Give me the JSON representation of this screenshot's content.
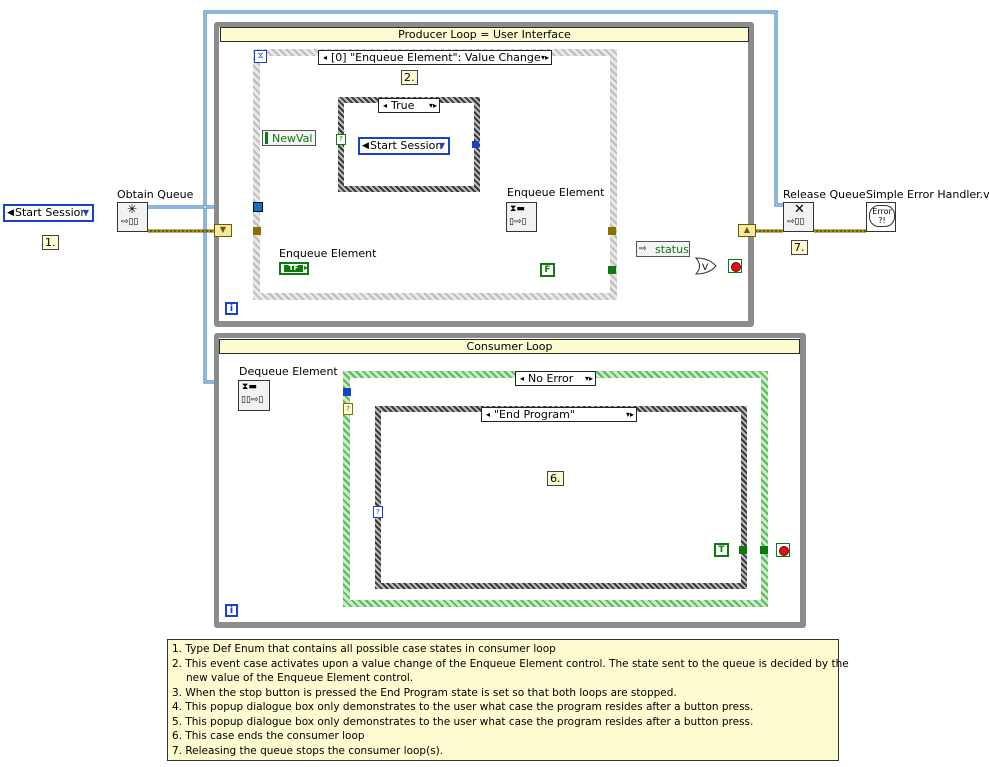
{
  "producer_loop": {
    "title": "Producer Loop = User Interface",
    "event_selector": "[0] \"Enqueue Element\": Value Change",
    "event_note": "2.",
    "newval_label": "NewVal",
    "inner_case_selector": "True",
    "inner_enum_value": "Start Session",
    "enqueue_node_label": "Enqueue Element",
    "enqueue_control_label": "Enqueue Element",
    "status_label": "status",
    "false_const": "F"
  },
  "outside": {
    "enum_value": "Start Session",
    "note_1": "1.",
    "obtain_queue_label": "Obtain Queue",
    "release_queue_label": "Release Queue",
    "note_7": "7.",
    "error_handler_label": "Simple Error Handler.vi",
    "error_icon_text": "Error ?!"
  },
  "consumer_loop": {
    "title": "Consumer Loop",
    "dequeue_label": "Dequeue Element",
    "outer_case_selector": "No Error",
    "inner_case_selector": "\"End Program\"",
    "note_6": "6.",
    "true_const": "T"
  },
  "notes": [
    "1. Type Def Enum that contains all possible case states in consumer loop",
    "2. This event case activates upon a value change of the Enqueue Element control. The state sent to the queue is decided by the",
    "new value of the Enqueue Element control.",
    "3. When the stop button is pressed the End Program state is set so that both loops are stopped.",
    "4. This popup dialogue box only demonstrates to the user what case the program resides after a button press.",
    "5. This popup dialogue box only demonstrates to the user what case the program resides after a button press.",
    "6. This case ends the consumer loop",
    "7. Releasing the queue stops the consumer loop(s)."
  ],
  "icons": {
    "obtain": "obtain-queue-icon",
    "enqueue": "enqueue-icon",
    "dequeue": "dequeue-icon",
    "release": "release-queue-icon",
    "error": "error-handler-icon",
    "or": "or-gate-icon",
    "stop": "stop-terminal-icon"
  },
  "colors": {
    "queue_wire": "#1a6eb8",
    "error_wire": "#c9a400",
    "enum_wire": "#1843c8",
    "bool_wire": "#0c7a0c",
    "loop_frame": "#8c8c8c",
    "label_bg": "#fdfbd0"
  }
}
